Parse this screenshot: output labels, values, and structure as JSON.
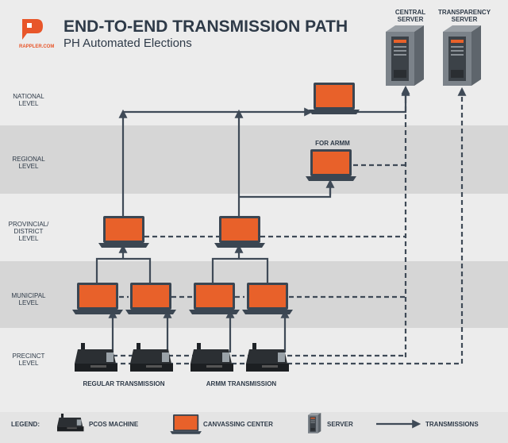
{
  "header": {
    "title": "END-TO-END TRANSMISSION PATH",
    "subtitle": "PH Automated Elections",
    "logo_text": "RAPPLER.COM"
  },
  "servers": {
    "central": [
      "CENTRAL",
      "SERVER"
    ],
    "transparency": [
      "TRANSPARENCY",
      "SERVER"
    ]
  },
  "levels": {
    "national": [
      "NATIONAL",
      "LEVEL"
    ],
    "regional": [
      "REGIONAL",
      "LEVEL"
    ],
    "provincial": [
      "PROVINCIAL/",
      "DISTRICT",
      "LEVEL"
    ],
    "municipal": [
      "MUNICIPAL",
      "LEVEL"
    ],
    "precinct": [
      "PRECINCT",
      "LEVEL"
    ]
  },
  "labels": {
    "for_armm": "FOR ARMM",
    "regular_transmission": "REGULAR TRANSMISSION",
    "armm_transmission": "ARMM TRANSMISSION"
  },
  "legend": {
    "title": "LEGEND:",
    "pcos": "PCOS MACHINE",
    "canvassing": "CANVASSING CENTER",
    "server": "SERVER",
    "transmissions": "TRANSMISSIONS"
  },
  "colors": {
    "screen": "#e8612a",
    "laptop": "#3b4652",
    "band": "#d6d6d6",
    "line": "#3f4a57",
    "text": "#2e3a48"
  }
}
